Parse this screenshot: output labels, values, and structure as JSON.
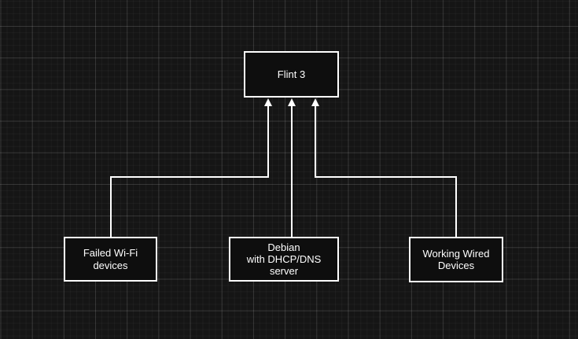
{
  "diagram": {
    "nodes": {
      "flint3": {
        "label": "Flint 3"
      },
      "failed_wifi": {
        "label": "Failed Wi-Fi devices"
      },
      "debian": {
        "label": "Debian\nwith DHCP/DNS server"
      },
      "working_wired": {
        "label": "Working Wired\nDevices"
      }
    },
    "edges": [
      {
        "from": "failed_wifi",
        "to": "flint3",
        "arrow": "triangle-up"
      },
      {
        "from": "debian",
        "to": "flint3",
        "arrow": "triangle-up"
      },
      {
        "from": "working_wired",
        "to": "flint3",
        "arrow": "triangle-up"
      }
    ],
    "colors": {
      "background": "#151515",
      "grid_minor": "#1e1e1e",
      "grid_major": "#323232",
      "shape_fill": "#0e0e0e",
      "shape_stroke": "#ffffff",
      "connector": "#ffffff",
      "text": "#ffffff"
    }
  }
}
